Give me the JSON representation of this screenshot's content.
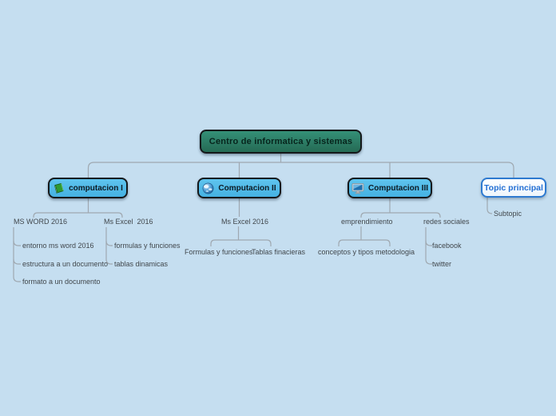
{
  "canvas": {
    "background": "#c5def0",
    "connector_color": "#9fa8b0"
  },
  "map": {
    "root": {
      "label": "Centro de informatica y sistemas",
      "fill": "#2b7c63"
    },
    "topics": [
      {
        "label": "computacion I",
        "icon": "green-book-icon",
        "fill": "#55bee9"
      },
      {
        "label": "Computacion II",
        "icon": "globe-icon",
        "fill": "#55bee9"
      },
      {
        "label": "Computacion III",
        "icon": "monitor-icon",
        "fill": "#55bee9"
      },
      {
        "label": "Topic principal",
        "fill": "#ffffff",
        "accent": "#2e7ad0"
      }
    ],
    "computacion1": {
      "ms_word": {
        "label": "MS WORD 2016",
        "children": [
          "entorno ms word 2016",
          "estructura a un documento",
          "formato a un documento"
        ]
      },
      "ms_excel": {
        "label": "Ms Excel  2016",
        "children": [
          "formulas y funciones",
          "tablas dinamicas"
        ]
      }
    },
    "computacion2": {
      "ms_excel": {
        "label": "Ms Excel 2016",
        "children": [
          "Formulas y funciones",
          "Tablas finacieras"
        ]
      }
    },
    "computacion3": {
      "emprendimiento": {
        "label": "emprendimiento",
        "children": [
          "conceptos y tipos",
          "metodologia"
        ]
      },
      "redes_sociales": {
        "label": "redes sociales",
        "children": [
          "facebook",
          "twitter"
        ]
      }
    },
    "topic_principal": {
      "subtopic": "Subtopic"
    }
  }
}
